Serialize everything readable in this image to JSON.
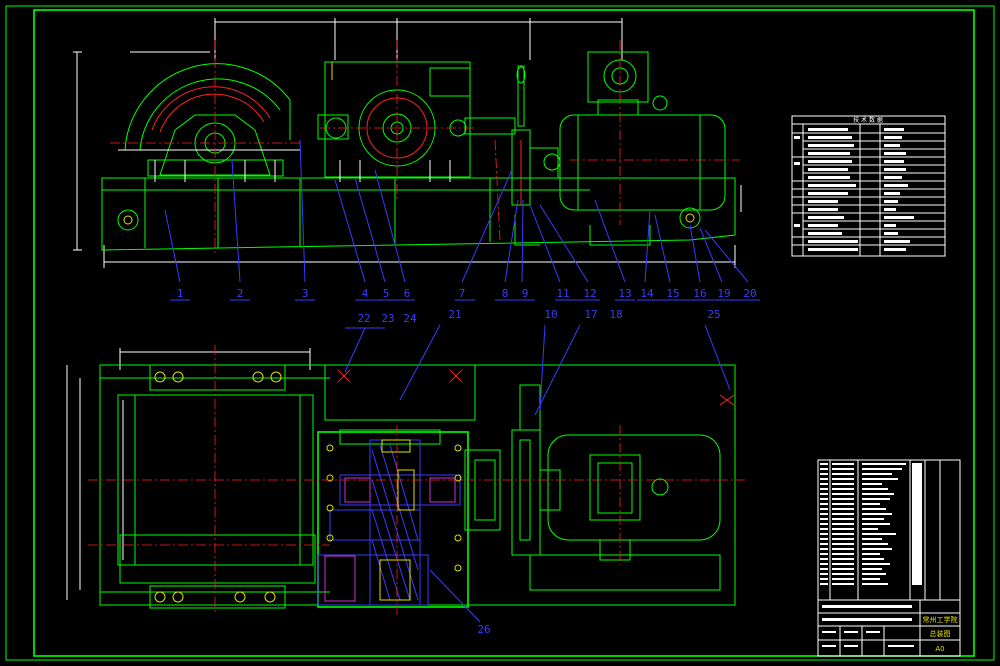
{
  "balloons": {
    "top": [
      "1",
      "2",
      "3",
      "4",
      "5",
      "6",
      "7",
      "8",
      "9",
      "11",
      "12",
      "13",
      "14",
      "15",
      "16",
      "19",
      "20"
    ],
    "mid": [
      "22",
      "23",
      "24",
      "21",
      "10",
      "17",
      "18",
      "25"
    ],
    "bottom": [
      "26"
    ]
  },
  "tech_table": {
    "header": [
      "技 术 数 据"
    ]
  },
  "title_block": {
    "school": "常州工学院",
    "drawing_name": "总装图",
    "sheet": "A0"
  },
  "colors": {
    "frame": "#00ff00",
    "center": "#ff2020",
    "dim": "#ffffff",
    "hatch": "#3a3aff",
    "accent": "#e0e000"
  }
}
